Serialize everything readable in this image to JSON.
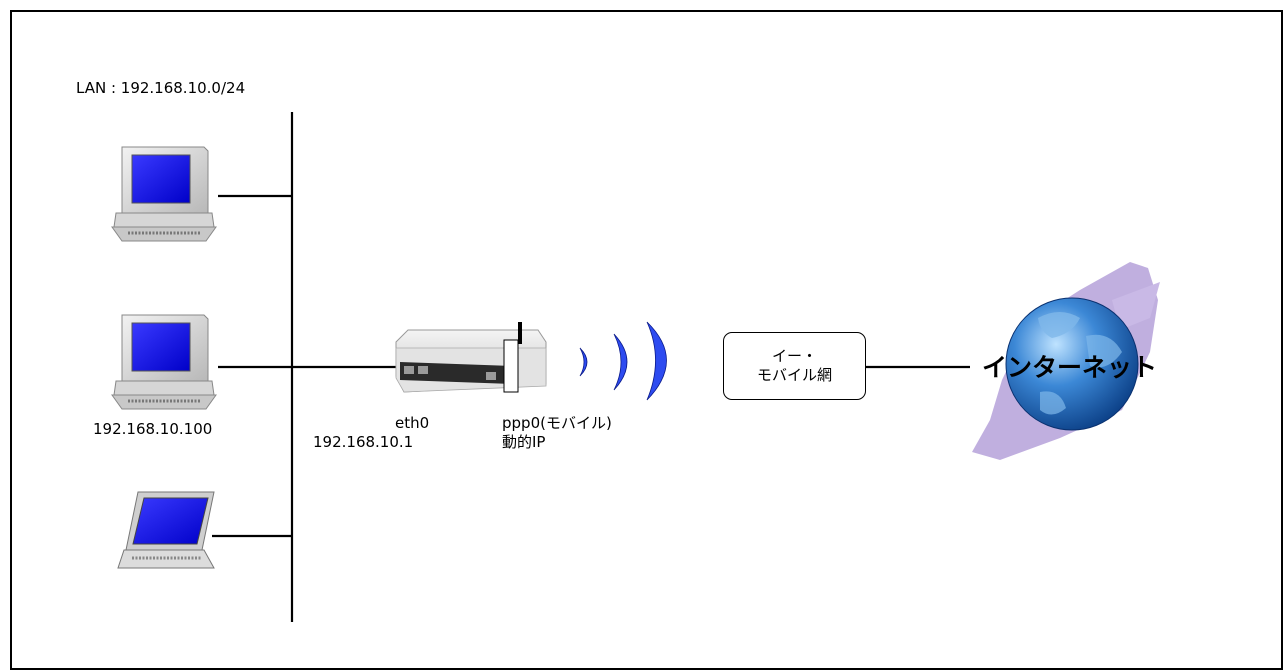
{
  "lan_label": "LAN : 192.168.10.0/24",
  "pc_ip": "192.168.10.100",
  "router": {
    "eth_name": "eth0",
    "eth_ip": "192.168.10.1",
    "ppp_name": "ppp0(モバイル)",
    "ppp_ip": "動的IP"
  },
  "mobile_network": {
    "line1": "イー・",
    "line2": "モバイル網"
  },
  "internet_label": "インターネット",
  "colors": {
    "screen": "#1a1af0",
    "wave": "#2d4bf0",
    "globe": "#2a6fc2",
    "swoosh": "#b9a6dc",
    "device": "#d8d8d8"
  }
}
